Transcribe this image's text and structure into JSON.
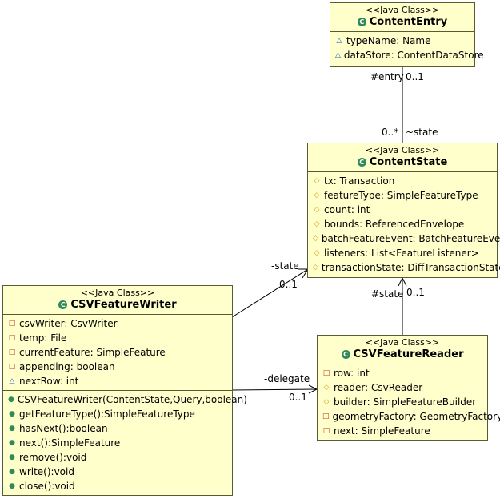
{
  "classes": {
    "content_entry": {
      "stereotype": "<<Java Class>>",
      "name": "ContentEntry",
      "attributes": [
        {
          "vis": "package",
          "text": "typeName: Name"
        },
        {
          "vis": "package",
          "text": "dataStore: ContentDataStore"
        }
      ]
    },
    "content_state": {
      "stereotype": "<<Java Class>>",
      "name": "ContentState",
      "attributes": [
        {
          "vis": "protected",
          "text": "tx: Transaction"
        },
        {
          "vis": "protected",
          "text": "featureType: SimpleFeatureType"
        },
        {
          "vis": "protected",
          "text": "count: int"
        },
        {
          "vis": "protected",
          "text": "bounds: ReferencedEnvelope"
        },
        {
          "vis": "protected",
          "text": "batchFeatureEvent: BatchFeatureEvent"
        },
        {
          "vis": "protected",
          "text": "listeners: List<FeatureListener>"
        },
        {
          "vis": "protected",
          "text": "transactionState: DiffTransactionState"
        }
      ]
    },
    "csv_feature_writer": {
      "stereotype": "<<Java Class>>",
      "name": "CSVFeatureWriter",
      "attributes": [
        {
          "vis": "private",
          "text": "csvWriter: CsvWriter"
        },
        {
          "vis": "private",
          "text": "temp: File"
        },
        {
          "vis": "private",
          "text": "currentFeature: SimpleFeature"
        },
        {
          "vis": "private",
          "text": "appending: boolean"
        },
        {
          "vis": "package",
          "text": "nextRow: int"
        }
      ],
      "methods": [
        {
          "vis": "constructor",
          "text": "CSVFeatureWriter(ContentState,Query,boolean)"
        },
        {
          "vis": "public",
          "text": "getFeatureType():SimpleFeatureType"
        },
        {
          "vis": "public",
          "text": "hasNext():boolean"
        },
        {
          "vis": "public",
          "text": "next():SimpleFeature"
        },
        {
          "vis": "public",
          "text": "remove():void"
        },
        {
          "vis": "public",
          "text": "write():void"
        },
        {
          "vis": "public",
          "text": "close():void"
        }
      ]
    },
    "csv_feature_reader": {
      "stereotype": "<<Java Class>>",
      "name": "CSVFeatureReader",
      "attributes": [
        {
          "vis": "private",
          "text": "row: int"
        },
        {
          "vis": "protected",
          "text": "reader: CsvReader"
        },
        {
          "vis": "protected",
          "text": "builder: SimpleFeatureBuilder"
        },
        {
          "vis": "private",
          "text": "geometryFactory: GeometryFactory"
        },
        {
          "vis": "private",
          "text": "next: SimpleFeature"
        }
      ]
    }
  },
  "associations": {
    "entry_state": {
      "role_source": "#entry",
      "mult_source": "0..1",
      "mult_target": "0..*",
      "role_target": "~state"
    },
    "writer_state": {
      "role": "-state",
      "mult": "0..1"
    },
    "reader_state": {
      "role": "#state",
      "mult": "0..1"
    },
    "writer_reader": {
      "role": "-delegate",
      "mult": "0..1"
    }
  }
}
